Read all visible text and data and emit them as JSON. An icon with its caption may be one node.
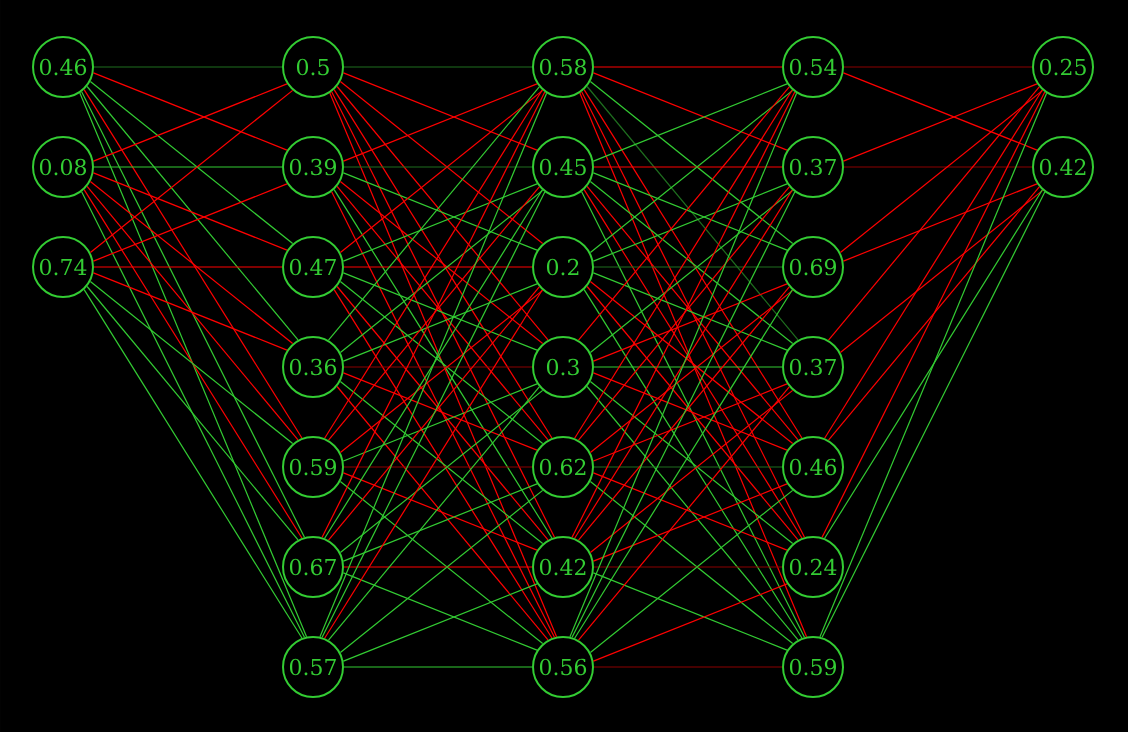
{
  "diagram": {
    "nodes": [
      {
        "text": [
          "0.46"
        ]
      },
      {
        "text": [
          "0.08"
        ]
      },
      {
        "text": [
          "0.74"
        ]
      },
      {
        "text": [
          "0.5"
        ]
      },
      {
        "text": [
          "0.39"
        ]
      },
      {
        "text": [
          "0.47"
        ]
      },
      {
        "text": [
          "0.36"
        ]
      },
      {
        "text": [
          "0.59"
        ]
      },
      {
        "text": [
          "0.67"
        ]
      },
      {
        "text": [
          "0.57"
        ]
      },
      {
        "text": [
          "0.58"
        ]
      },
      {
        "text": [
          "0.45"
        ]
      },
      {
        "text": [
          "0.2"
        ]
      },
      {
        "text": [
          "0.3"
        ]
      },
      {
        "text": [
          "0.62"
        ]
      },
      {
        "text": [
          "0.42"
        ]
      },
      {
        "text": [
          "0.56"
        ]
      },
      {
        "text": [
          "0.54"
        ]
      },
      {
        "text": [
          "0.37"
        ]
      },
      {
        "text": [
          "0.69"
        ]
      },
      {
        "text": [
          "0.37"
        ]
      },
      {
        "text": [
          "0.46"
        ]
      },
      {
        "text": [
          "0.24"
        ]
      },
      {
        "text": [
          "0.59"
        ]
      },
      {
        "text": [
          "0.25"
        ]
      },
      {
        "text": [
          "0.42"
        ]
      }
    ],
    "edges": [
      {
        "from": 0,
        "to": 3,
        "arrow": "none",
        "color": "#1f6f1f"
      },
      {
        "from": 0,
        "to": 4,
        "arrow": "none",
        "color": "#ff0000"
      },
      {
        "from": 0,
        "to": 5,
        "arrow": "none",
        "color": "#33cc33"
      },
      {
        "from": 0,
        "to": 6,
        "arrow": "none",
        "color": "#33cc33"
      },
      {
        "from": 0,
        "to": 7,
        "arrow": "none",
        "color": "#ff0000"
      },
      {
        "from": 0,
        "to": 8,
        "arrow": "none",
        "color": "#33cc33"
      },
      {
        "from": 0,
        "to": 9,
        "arrow": "none",
        "color": "#33cc33"
      },
      {
        "from": 1,
        "to": 3,
        "arrow": "none",
        "color": "#ff0000"
      },
      {
        "from": 1,
        "to": 4,
        "arrow": "none",
        "color": "#33cc33"
      },
      {
        "from": 1,
        "to": 5,
        "arrow": "none",
        "color": "#ff0000"
      },
      {
        "from": 1,
        "to": 6,
        "arrow": "none",
        "color": "#ff0000"
      },
      {
        "from": 1,
        "to": 7,
        "arrow": "none",
        "color": "#ff0000"
      },
      {
        "from": 1,
        "to": 8,
        "arrow": "none",
        "color": "#ff0000"
      },
      {
        "from": 1,
        "to": 9,
        "arrow": "none",
        "color": "#33cc33"
      },
      {
        "from": 2,
        "to": 3,
        "arrow": "none",
        "color": "#ff0000"
      },
      {
        "from": 2,
        "to": 4,
        "arrow": "none",
        "color": "#ff0000"
      },
      {
        "from": 2,
        "to": 5,
        "arrow": "none",
        "color": "#ff0000"
      },
      {
        "from": 2,
        "to": 6,
        "arrow": "none",
        "color": "#ff0000"
      },
      {
        "from": 2,
        "to": 7,
        "arrow": "none",
        "color": "#33cc33"
      },
      {
        "from": 2,
        "to": 8,
        "arrow": "none",
        "color": "#33cc33"
      },
      {
        "from": 2,
        "to": 9,
        "arrow": "none",
        "color": "#33cc33"
      },
      {
        "from": 3,
        "to": 10,
        "arrow": "none",
        "color": "#1f6f1f"
      },
      {
        "from": 3,
        "to": 11,
        "arrow": "none",
        "color": "#ff0000"
      },
      {
        "from": 3,
        "to": 12,
        "arrow": "none",
        "color": "#ff0000"
      },
      {
        "from": 3,
        "to": 13,
        "arrow": "none",
        "color": "#ff0000"
      },
      {
        "from": 3,
        "to": 14,
        "arrow": "none",
        "color": "#ff0000"
      },
      {
        "from": 3,
        "to": 15,
        "arrow": "none",
        "color": "#ff0000"
      },
      {
        "from": 3,
        "to": 16,
        "arrow": "none",
        "color": "#ff0000"
      },
      {
        "from": 4,
        "to": 10,
        "arrow": "none",
        "color": "#ff0000"
      },
      {
        "from": 4,
        "to": 11,
        "arrow": "none",
        "color": "#1f6f1f"
      },
      {
        "from": 4,
        "to": 12,
        "arrow": "none",
        "color": "#33cc33"
      },
      {
        "from": 4,
        "to": 13,
        "arrow": "none",
        "color": "#ff0000"
      },
      {
        "from": 4,
        "to": 14,
        "arrow": "none",
        "color": "#ff0000"
      },
      {
        "from": 4,
        "to": 15,
        "arrow": "none",
        "color": "#33cc33"
      },
      {
        "from": 4,
        "to": 16,
        "arrow": "none",
        "color": "#ff0000"
      },
      {
        "from": 5,
        "to": 10,
        "arrow": "none",
        "color": "#ff0000"
      },
      {
        "from": 5,
        "to": 11,
        "arrow": "none",
        "color": "#33cc33"
      },
      {
        "from": 5,
        "to": 12,
        "arrow": "none",
        "color": "#ff0000"
      },
      {
        "from": 5,
        "to": 13,
        "arrow": "none",
        "color": "#33cc33"
      },
      {
        "from": 5,
        "to": 14,
        "arrow": "none",
        "color": "#33cc33"
      },
      {
        "from": 5,
        "to": 15,
        "arrow": "none",
        "color": "#ff0000"
      },
      {
        "from": 5,
        "to": 16,
        "arrow": "none",
        "color": "#ff0000"
      },
      {
        "from": 6,
        "to": 10,
        "arrow": "none",
        "color": "#33cc33"
      },
      {
        "from": 6,
        "to": 11,
        "arrow": "none",
        "color": "#33cc33"
      },
      {
        "from": 6,
        "to": 12,
        "arrow": "none",
        "color": "#33cc33"
      },
      {
        "from": 6,
        "to": 13,
        "arrow": "none",
        "color": "#8b0000"
      },
      {
        "from": 6,
        "to": 14,
        "arrow": "none",
        "color": "#ff0000"
      },
      {
        "from": 6,
        "to": 15,
        "arrow": "none",
        "color": "#33cc33"
      },
      {
        "from": 6,
        "to": 16,
        "arrow": "none",
        "color": "#ff0000"
      },
      {
        "from": 7,
        "to": 10,
        "arrow": "none",
        "color": "#ff0000"
      },
      {
        "from": 7,
        "to": 11,
        "arrow": "none",
        "color": "#ff0000"
      },
      {
        "from": 7,
        "to": 12,
        "arrow": "none",
        "color": "#ff0000"
      },
      {
        "from": 7,
        "to": 13,
        "arrow": "none",
        "color": "#33cc33"
      },
      {
        "from": 7,
        "to": 14,
        "arrow": "none",
        "color": "#8b0000"
      },
      {
        "from": 7,
        "to": 15,
        "arrow": "none",
        "color": "#ff0000"
      },
      {
        "from": 7,
        "to": 16,
        "arrow": "none",
        "color": "#33cc33"
      },
      {
        "from": 8,
        "to": 10,
        "arrow": "none",
        "color": "#ff0000"
      },
      {
        "from": 8,
        "to": 11,
        "arrow": "none",
        "color": "#33cc33"
      },
      {
        "from": 8,
        "to": 12,
        "arrow": "none",
        "color": "#ff0000"
      },
      {
        "from": 8,
        "to": 13,
        "arrow": "none",
        "color": "#33cc33"
      },
      {
        "from": 8,
        "to": 14,
        "arrow": "none",
        "color": "#33cc33"
      },
      {
        "from": 8,
        "to": 15,
        "arrow": "none",
        "color": "#ff0000"
      },
      {
        "from": 8,
        "to": 16,
        "arrow": "none",
        "color": "#33cc33"
      },
      {
        "from": 9,
        "to": 10,
        "arrow": "none",
        "color": "#33cc33"
      },
      {
        "from": 9,
        "to": 11,
        "arrow": "none",
        "color": "#33cc33"
      },
      {
        "from": 9,
        "to": 12,
        "arrow": "none",
        "color": "#ff0000"
      },
      {
        "from": 9,
        "to": 13,
        "arrow": "none",
        "color": "#33cc33"
      },
      {
        "from": 9,
        "to": 14,
        "arrow": "none",
        "color": "#33cc33"
      },
      {
        "from": 9,
        "to": 15,
        "arrow": "none",
        "color": "#33cc33"
      },
      {
        "from": 9,
        "to": 16,
        "arrow": "none",
        "color": "#33cc33"
      },
      {
        "from": 10,
        "to": 17,
        "arrow": "none",
        "color": "#ff0000"
      },
      {
        "from": 10,
        "to": 18,
        "arrow": "none",
        "color": "#ff0000"
      },
      {
        "from": 10,
        "to": 19,
        "arrow": "none",
        "color": "#33cc33"
      },
      {
        "from": 10,
        "to": 20,
        "arrow": "none",
        "color": "#1f6f1f"
      },
      {
        "from": 10,
        "to": 21,
        "arrow": "none",
        "color": "#ff0000"
      },
      {
        "from": 10,
        "to": 22,
        "arrow": "none",
        "color": "#ff0000"
      },
      {
        "from": 10,
        "to": 23,
        "arrow": "none",
        "color": "#ff0000"
      },
      {
        "from": 11,
        "to": 17,
        "arrow": "none",
        "color": "#33cc33"
      },
      {
        "from": 11,
        "to": 18,
        "arrow": "none",
        "color": "#ff0000"
      },
      {
        "from": 11,
        "to": 19,
        "arrow": "none",
        "color": "#33cc33"
      },
      {
        "from": 11,
        "to": 20,
        "arrow": "none",
        "color": "#33cc33"
      },
      {
        "from": 11,
        "to": 21,
        "arrow": "none",
        "color": "#ff0000"
      },
      {
        "from": 11,
        "to": 22,
        "arrow": "none",
        "color": "#ff0000"
      },
      {
        "from": 11,
        "to": 23,
        "arrow": "none",
        "color": "#33cc33"
      },
      {
        "from": 12,
        "to": 17,
        "arrow": "none",
        "color": "#33cc33"
      },
      {
        "from": 12,
        "to": 18,
        "arrow": "none",
        "color": "#33cc33"
      },
      {
        "from": 12,
        "to": 19,
        "arrow": "none",
        "color": "#1f6f1f"
      },
      {
        "from": 12,
        "to": 20,
        "arrow": "none",
        "color": "#33cc33"
      },
      {
        "from": 12,
        "to": 21,
        "arrow": "none",
        "color": "#ff0000"
      },
      {
        "from": 12,
        "to": 22,
        "arrow": "none",
        "color": "#ff0000"
      },
      {
        "from": 12,
        "to": 23,
        "arrow": "none",
        "color": "#33cc33"
      },
      {
        "from": 13,
        "to": 17,
        "arrow": "none",
        "color": "#ff0000"
      },
      {
        "from": 13,
        "to": 18,
        "arrow": "none",
        "color": "#33cc33"
      },
      {
        "from": 13,
        "to": 19,
        "arrow": "none",
        "color": "#ff0000"
      },
      {
        "from": 13,
        "to": 20,
        "arrow": "none",
        "color": "#33cc33"
      },
      {
        "from": 13,
        "to": 21,
        "arrow": "none",
        "color": "#ff0000"
      },
      {
        "from": 13,
        "to": 22,
        "arrow": "none",
        "color": "#33cc33"
      },
      {
        "from": 13,
        "to": 23,
        "arrow": "none",
        "color": "#33cc33"
      },
      {
        "from": 14,
        "to": 17,
        "arrow": "none",
        "color": "#ff0000"
      },
      {
        "from": 14,
        "to": 18,
        "arrow": "none",
        "color": "#ff0000"
      },
      {
        "from": 14,
        "to": 19,
        "arrow": "none",
        "color": "#ff0000"
      },
      {
        "from": 14,
        "to": 20,
        "arrow": "none",
        "color": "#ff0000"
      },
      {
        "from": 14,
        "to": 21,
        "arrow": "none",
        "color": "#1f6f1f"
      },
      {
        "from": 14,
        "to": 22,
        "arrow": "none",
        "color": "#ff0000"
      },
      {
        "from": 14,
        "to": 23,
        "arrow": "none",
        "color": "#33cc33"
      },
      {
        "from": 15,
        "to": 17,
        "arrow": "none",
        "color": "#ff0000"
      },
      {
        "from": 15,
        "to": 18,
        "arrow": "none",
        "color": "#ff0000"
      },
      {
        "from": 15,
        "to": 19,
        "arrow": "none",
        "color": "#ff0000"
      },
      {
        "from": 15,
        "to": 20,
        "arrow": "none",
        "color": "#ff0000"
      },
      {
        "from": 15,
        "to": 21,
        "arrow": "none",
        "color": "#ff0000"
      },
      {
        "from": 15,
        "to": 22,
        "arrow": "none",
        "color": "#8b0000"
      },
      {
        "from": 15,
        "to": 23,
        "arrow": "none",
        "color": "#33cc33"
      },
      {
        "from": 16,
        "to": 17,
        "arrow": "none",
        "color": "#33cc33"
      },
      {
        "from": 16,
        "to": 18,
        "arrow": "none",
        "color": "#33cc33"
      },
      {
        "from": 16,
        "to": 19,
        "arrow": "none",
        "color": "#33cc33"
      },
      {
        "from": 16,
        "to": 20,
        "arrow": "none",
        "color": "#ff0000"
      },
      {
        "from": 16,
        "to": 21,
        "arrow": "none",
        "color": "#33cc33"
      },
      {
        "from": 16,
        "to": 22,
        "arrow": "none",
        "color": "#ff0000"
      },
      {
        "from": 16,
        "to": 23,
        "arrow": "none",
        "color": "#8b0000"
      },
      {
        "from": 17,
        "to": 24,
        "arrow": "none",
        "color": "#8b0000"
      },
      {
        "from": 17,
        "to": 25,
        "arrow": "none",
        "color": "#ff0000"
      },
      {
        "from": 18,
        "to": 24,
        "arrow": "none",
        "color": "#ff0000"
      },
      {
        "from": 18,
        "to": 25,
        "arrow": "none",
        "color": "#8b0000"
      },
      {
        "from": 19,
        "to": 24,
        "arrow": "none",
        "color": "#ff0000"
      },
      {
        "from": 19,
        "to": 25,
        "arrow": "none",
        "color": "#ff0000"
      },
      {
        "from": 20,
        "to": 24,
        "arrow": "none",
        "color": "#ff0000"
      },
      {
        "from": 20,
        "to": 25,
        "arrow": "none",
        "color": "#ff0000"
      },
      {
        "from": 21,
        "to": 24,
        "arrow": "none",
        "color": "#ff0000"
      },
      {
        "from": 21,
        "to": 25,
        "arrow": "none",
        "color": "#ff0000"
      },
      {
        "from": 22,
        "to": 24,
        "arrow": "none",
        "color": "#ff0000"
      },
      {
        "from": 22,
        "to": 25,
        "arrow": "none",
        "color": "#33cc33"
      },
      {
        "from": 23,
        "to": 24,
        "arrow": "none",
        "color": "#33cc33"
      },
      {
        "from": 23,
        "to": 25,
        "arrow": "none",
        "color": "#33cc33"
      }
    ]
  }
}
